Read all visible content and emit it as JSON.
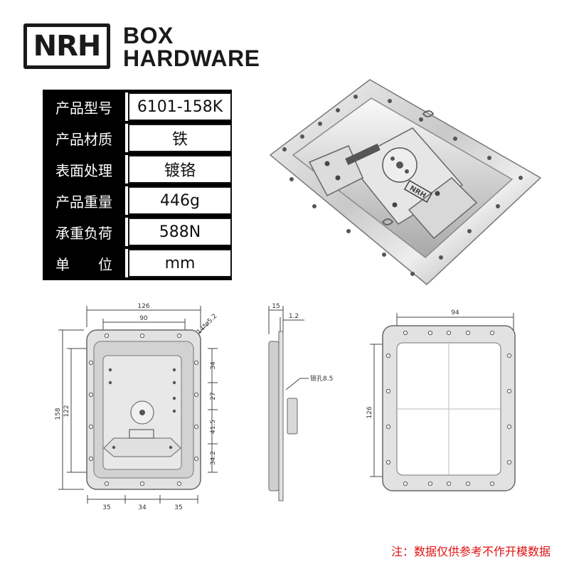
{
  "logo": {
    "mark": "NRH",
    "line1": "BOX",
    "line2": "HARDWARE"
  },
  "specs": [
    {
      "label": "产品型号",
      "value": "6101-158K"
    },
    {
      "label": "产品材质",
      "value": "铁"
    },
    {
      "label": "表面处理",
      "value": "镀铬"
    },
    {
      "label": "产品重量",
      "value": "446g"
    },
    {
      "label": "承重负荷",
      "value": "588N"
    },
    {
      "label": "单　　位",
      "value": "mm"
    }
  ],
  "product_mark": "NRH",
  "front_view": {
    "width_total": "126",
    "width_inner": "90",
    "hole_note": "14*ø5.2",
    "height_total": "158",
    "height_inner": "122",
    "right_dims": [
      "34",
      "27",
      "41.5",
      "34.2"
    ],
    "bottom_dims": [
      "35",
      "34",
      "35"
    ]
  },
  "side_view": {
    "depth": "15",
    "flange": "1.2",
    "lock_hole": "锁孔8.5"
  },
  "back_view": {
    "width": "94",
    "height": "126"
  },
  "note": "注：数据仅供参考不作开模数据"
}
